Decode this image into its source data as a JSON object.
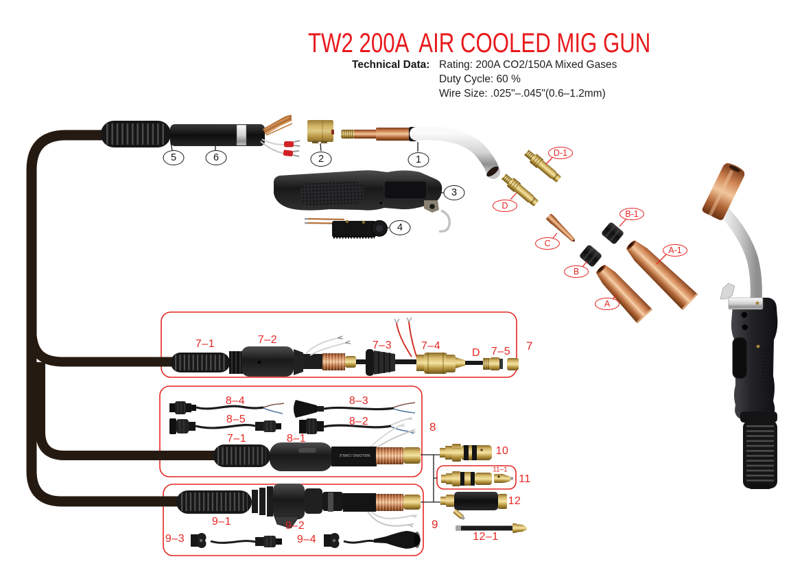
{
  "header": {
    "title": "TW2 200A  AIR COOLED MIG GUN",
    "tech_label": "Technical Data:",
    "rating": "Rating: 200A CO2/150A Mixed Gases",
    "duty": "Duty Cycle: 60 %",
    "wire": "Wire Size: .025\"–.045\"(0.6–1.2mm)"
  },
  "callouts": {
    "c1": "1",
    "c2": "2",
    "c3": "3",
    "c4": "4",
    "c5": "5",
    "c6": "6"
  },
  "nozzle_parts": {
    "d1": "D-1",
    "d": "D",
    "c": "C",
    "b": "B",
    "b1": "B-1",
    "a": "A",
    "a1": "A-1"
  },
  "section7": {
    "num": "7",
    "p1": "7–1",
    "p2": "7–2",
    "p3": "7–3",
    "p4": "7–4",
    "d": "D",
    "p5": "7–5"
  },
  "section8": {
    "num": "8",
    "p4": "8–4",
    "p3": "8–3",
    "p5": "8–5",
    "p2": "8–2",
    "p71": "7–1",
    "p1": "8–1"
  },
  "section9": {
    "num": "9",
    "p1": "9–1",
    "p2": "9–2",
    "p3": "9–3",
    "p4": "9–4"
  },
  "loose_parts": {
    "p10": "10",
    "p11": "11",
    "p11_1": "11–1",
    "p12": "12",
    "p12_1": "12–1"
  },
  "cable_jacket_text": "WELDING CABLE",
  "colors": {
    "accent_red": "#e42521",
    "title_red": "#e8191c",
    "cable": "#251a12",
    "brass": "#c9a44e",
    "copper": "#c67c4e",
    "chrome": "#d7d7d7",
    "black_part": "#1a1a1a"
  }
}
